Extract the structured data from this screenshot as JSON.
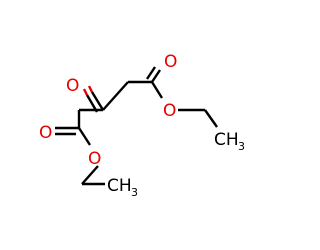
{
  "molecule": {
    "colors": {
      "bond": "#000000",
      "oxygen": "#e60000",
      "background": "#ffffff"
    },
    "atoms": {
      "o_keto": "O",
      "o_carbonyl_upper": "O",
      "o_ether_upper": "O",
      "o_carbonyl_lower": "O",
      "o_ether_lower": "O",
      "ch3_right": "CH",
      "ch3_right_sub": "3",
      "ch3_bottom": "CH",
      "ch3_bottom_sub": "3"
    }
  }
}
